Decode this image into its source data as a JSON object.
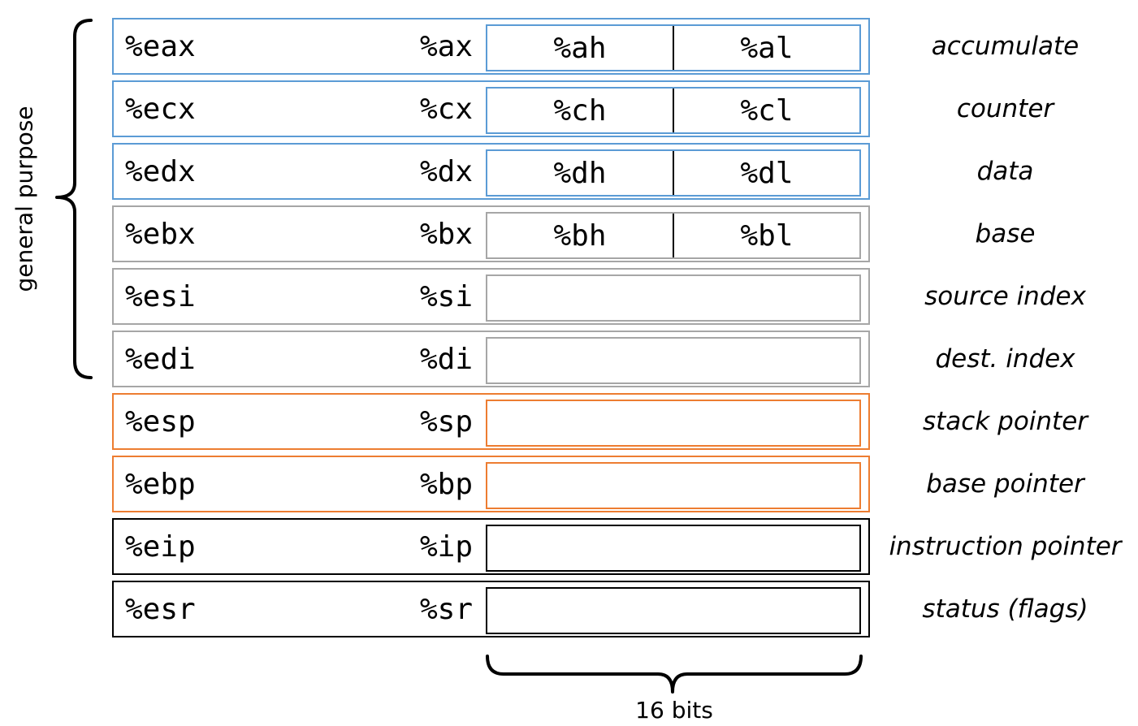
{
  "colors": {
    "accumulator_group": "#5b9bd5",
    "general_group": "#a6a6a6",
    "stack_group": "#ed7d31",
    "special_group": "#000000"
  },
  "registers": [
    {
      "r32": "%eax",
      "r16": "%ax",
      "hi": "%ah",
      "lo": "%al",
      "purpose": "accumulate",
      "group": "accumulator_group"
    },
    {
      "r32": "%ecx",
      "r16": "%cx",
      "hi": "%ch",
      "lo": "%cl",
      "purpose": "counter",
      "group": "accumulator_group"
    },
    {
      "r32": "%edx",
      "r16": "%dx",
      "hi": "%dh",
      "lo": "%dl",
      "purpose": "data",
      "group": "accumulator_group"
    },
    {
      "r32": "%ebx",
      "r16": "%bx",
      "hi": "%bh",
      "lo": "%bl",
      "purpose": "base",
      "group": "general_group"
    },
    {
      "r32": "%esi",
      "r16": "%si",
      "hi": null,
      "lo": null,
      "purpose": "source index",
      "group": "general_group"
    },
    {
      "r32": "%edi",
      "r16": "%di",
      "hi": null,
      "lo": null,
      "purpose": "dest. index",
      "group": "general_group"
    },
    {
      "r32": "%esp",
      "r16": "%sp",
      "hi": null,
      "lo": null,
      "purpose": "stack pointer",
      "group": "stack_group"
    },
    {
      "r32": "%ebp",
      "r16": "%bp",
      "hi": null,
      "lo": null,
      "purpose": "base pointer",
      "group": "stack_group"
    },
    {
      "r32": "%eip",
      "r16": "%ip",
      "hi": null,
      "lo": null,
      "purpose": "instruction pointer",
      "group": "special_group"
    },
    {
      "r32": "%esr",
      "r16": "%sr",
      "hi": null,
      "lo": null,
      "purpose": "status (flags)",
      "group": "special_group"
    }
  ],
  "labels": {
    "general_purpose": "general purpose",
    "bits": "16 bits"
  }
}
